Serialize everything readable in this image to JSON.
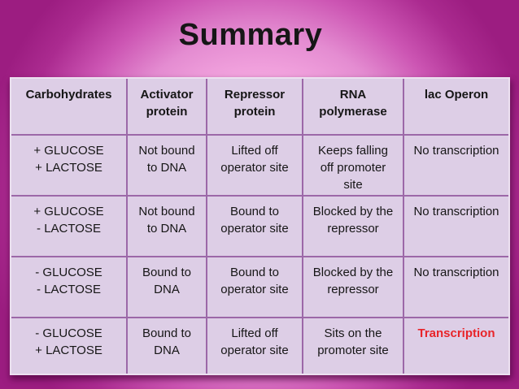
{
  "slide": {
    "title": "Summary"
  },
  "colors": {
    "bg_center": "#f5abe2",
    "bg_mid": "#cc55b3",
    "bg_edge": "#9c1d81",
    "cell_bg": "#ddcee6",
    "grid_line": "#9c68a8",
    "table_edge": "#ece0f0",
    "text": "#161616",
    "highlight_text": "#e82429"
  },
  "table": {
    "headers": [
      "Carbohydrates",
      "Activator\nprotein",
      "Repressor\nprotein",
      "RNA\npolymerase",
      "lac Operon"
    ],
    "rows": [
      {
        "carbohydrates": "+ GLUCOSE\n+ LACTOSE",
        "activator_protein": "Not bound\nto DNA",
        "repressor_protein": "Lifted off\noperator site",
        "rna_polymerase": "Keeps falling\noff promoter\nsite",
        "lac_operon": "No transcription",
        "lac_operon_highlight": false
      },
      {
        "carbohydrates": "+ GLUCOSE\n- LACTOSE",
        "activator_protein": "Not bound\nto DNA",
        "repressor_protein": "Bound to\noperator site",
        "rna_polymerase": "Blocked by the\nrepressor",
        "lac_operon": "No transcription",
        "lac_operon_highlight": false
      },
      {
        "carbohydrates": "- GLUCOSE\n- LACTOSE",
        "activator_protein": "Bound to\nDNA",
        "repressor_protein": "Bound to\noperator site",
        "rna_polymerase": "Blocked by the\nrepressor",
        "lac_operon": "No transcription",
        "lac_operon_highlight": false
      },
      {
        "carbohydrates": "- GLUCOSE\n+ LACTOSE",
        "activator_protein": "Bound to\nDNA",
        "repressor_protein": "Lifted off\noperator site",
        "rna_polymerase": "Sits on the\npromoter site",
        "lac_operon": "Transcription",
        "lac_operon_highlight": true
      }
    ]
  }
}
